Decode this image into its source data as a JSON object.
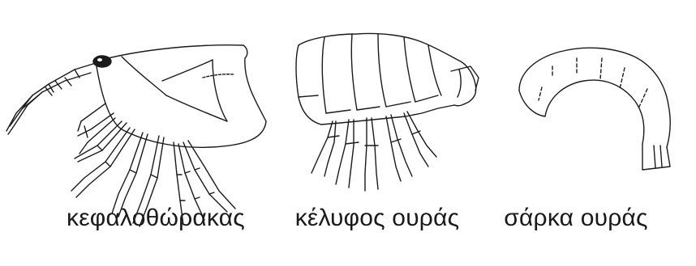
{
  "diagram": {
    "parts": [
      {
        "label": "κεφαλοθώρακας",
        "icon": "shrimp-cephalothorax-illustration"
      },
      {
        "label": "κέλυφος ουράς",
        "icon": "shrimp-tail-shell-illustration"
      },
      {
        "label": "σάρκα ουράς",
        "icon": "shrimp-tail-meat-illustration"
      }
    ]
  }
}
